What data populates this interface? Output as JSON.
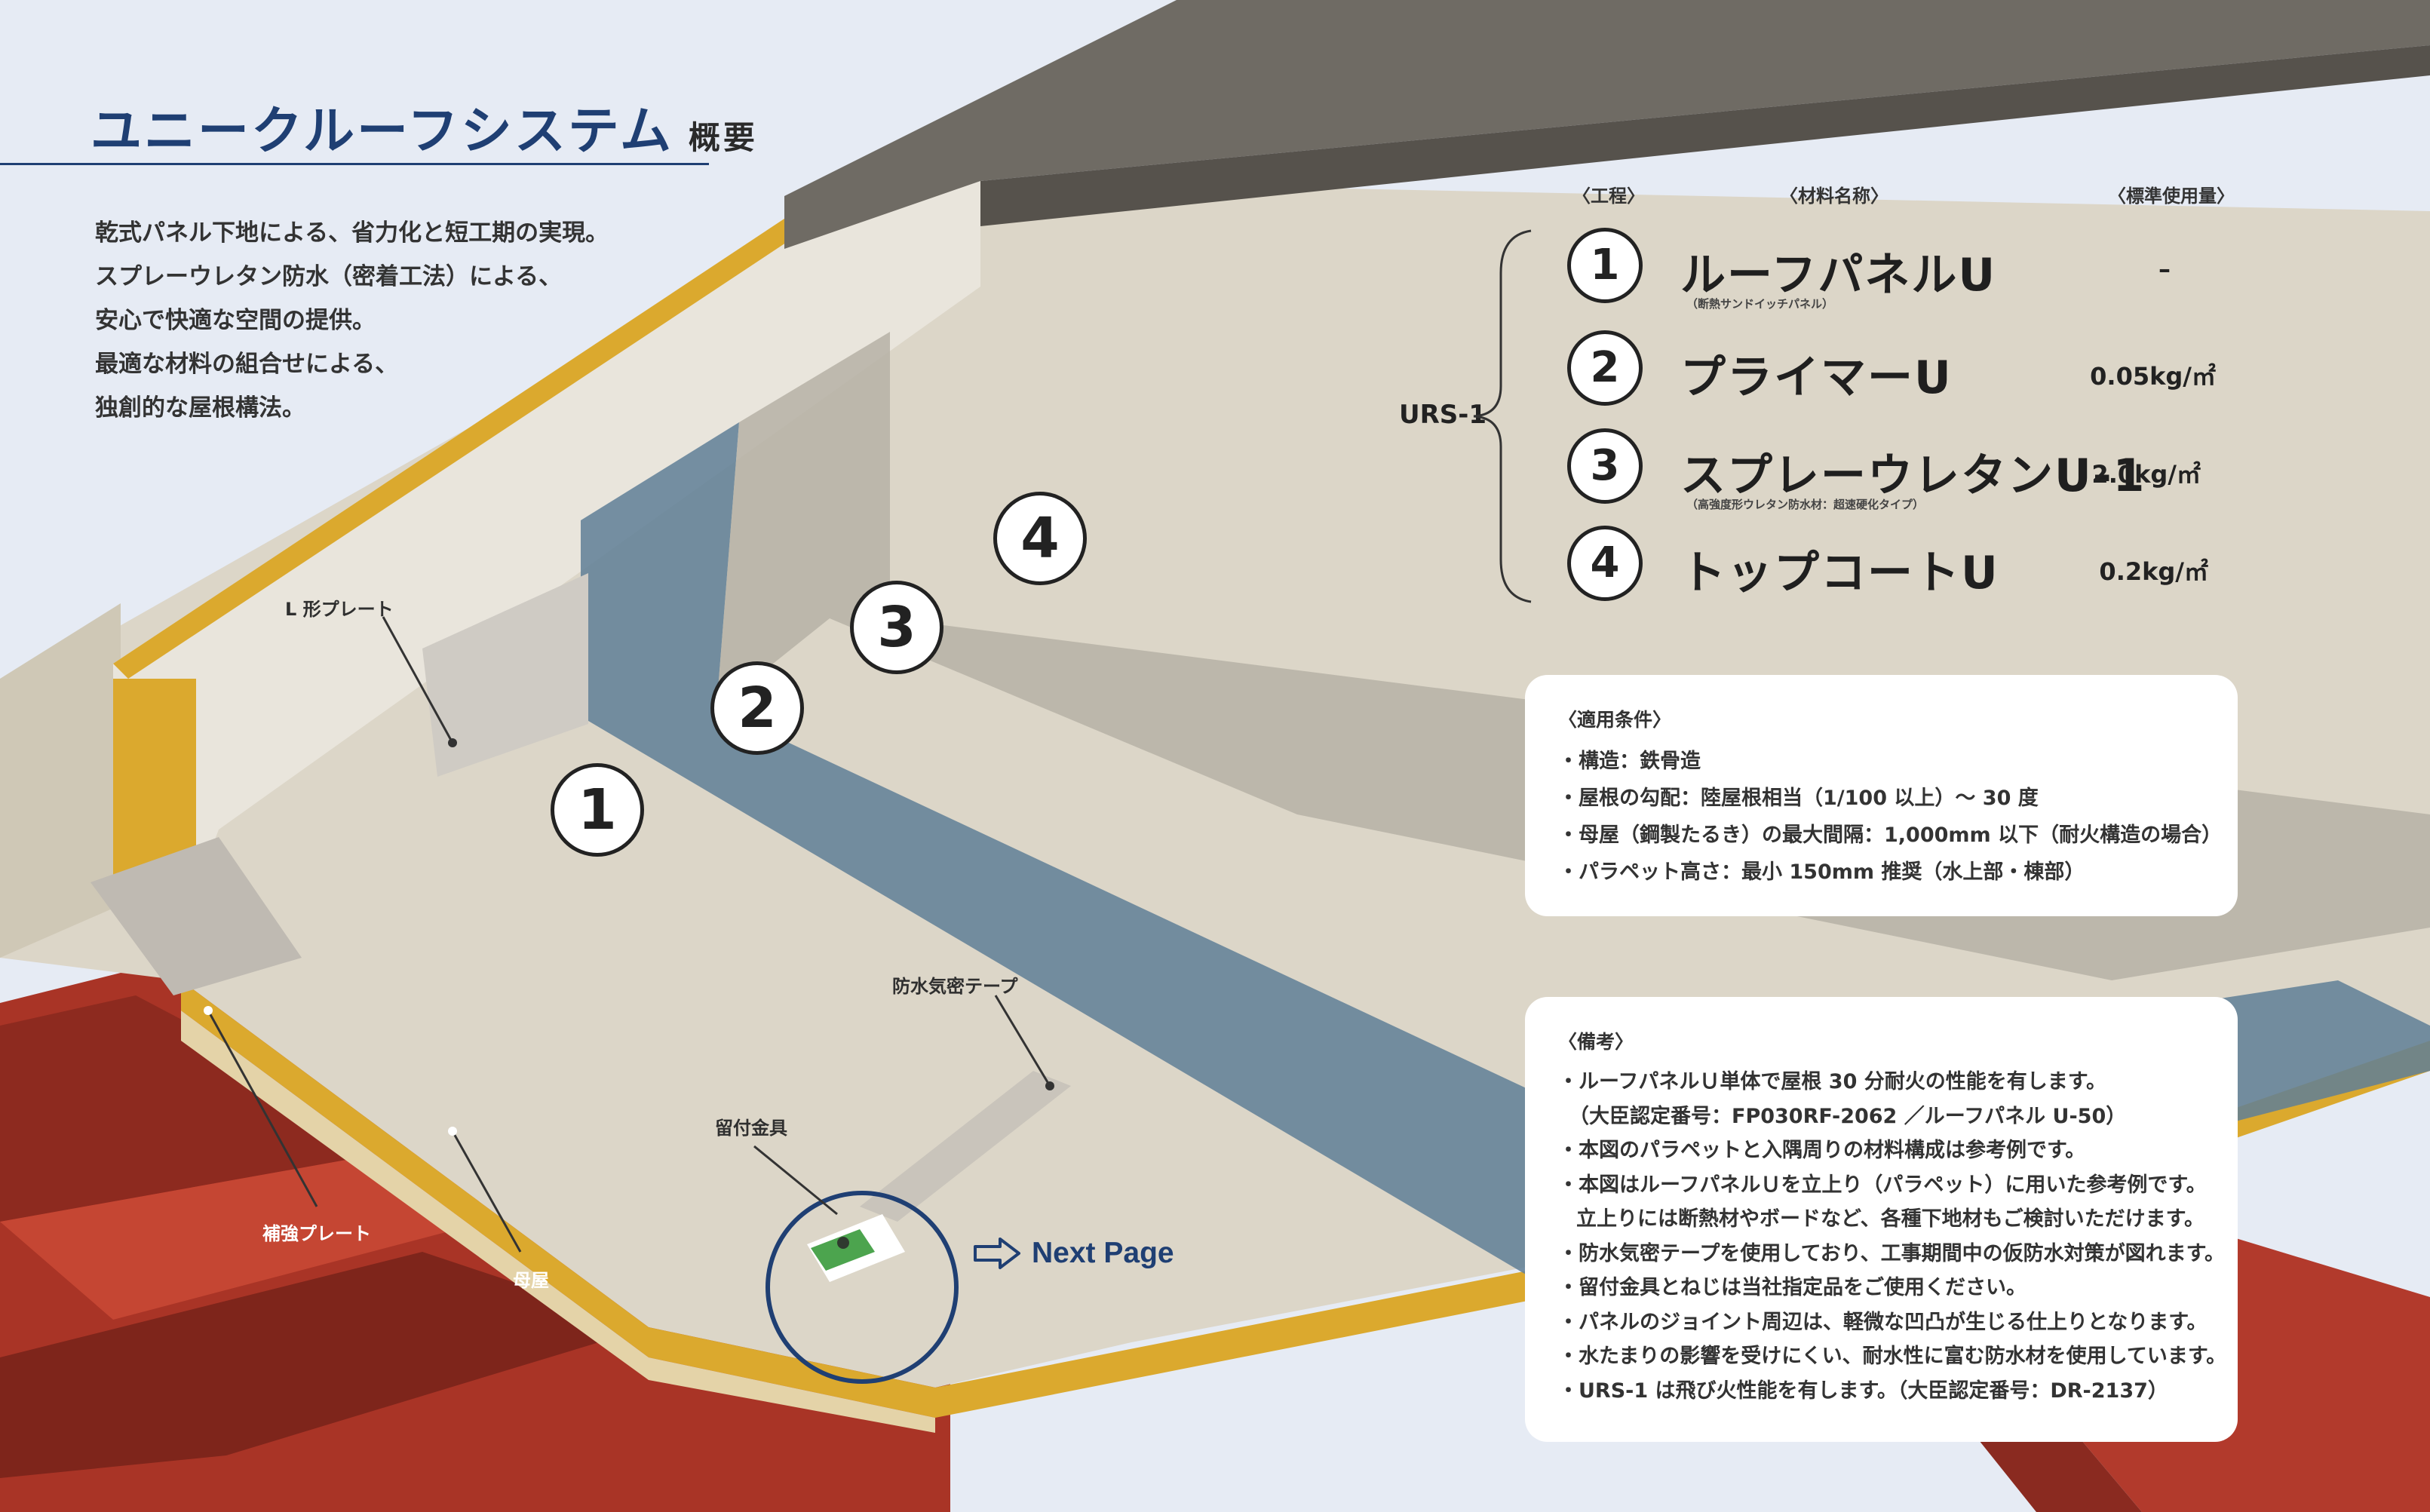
{
  "header": {
    "title": "ユニークルーフシステム",
    "title_suffix": "概要"
  },
  "intro": [
    "乾式パネル下地による、省力化と短工期の実現。",
    "スプレーウレタン防水（密着工法）による、",
    "安心で快適な空間の提供。",
    "最適な材料の組合せによる、",
    "独創的な屋根構法。"
  ],
  "materials": {
    "headers": {
      "process": "〈工程〉",
      "name": "〈材料名称〉",
      "amount": "〈標準使用量〉"
    },
    "system_label": "URS-1",
    "items": [
      {
        "num": "1",
        "name": "ルーフパネルU",
        "note": "（断熱サンドイッチパネル）",
        "amount": "–"
      },
      {
        "num": "2",
        "name": "プライマーU",
        "note": "",
        "amount": "0.05kg/㎡"
      },
      {
        "num": "3",
        "name": "スプレーウレタンU-1",
        "note": "（高強度形ウレタン防水材：超速硬化タイプ）",
        "amount": "2.0kg/㎡"
      },
      {
        "num": "4",
        "name": "トップコートU",
        "note": "",
        "amount": "0.2kg/㎡"
      }
    ]
  },
  "conditions": {
    "heading": "〈適用条件〉",
    "lines": [
      "・構造：鉄骨造",
      "・屋根の勾配：陸屋根相当（1/100 以上）～ 30 度",
      "・母屋（鋼製たるき）の最大間隔：1,000mm 以下（耐火構造の場合）",
      "・パラペット高さ：最小 150mm 推奨（水上部・棟部）"
    ]
  },
  "remarks": {
    "heading": "〈備考〉",
    "lines": [
      "・ルーフパネルＵ単体で屋根 30 分耐火の性能を有します。",
      "（大臣認定番号：FP030RF-2062 ／ルーフパネル U-50）",
      "・本図のパラペットと入隅周りの材料構成は参考例です。",
      "・本図はルーフパネルＵを立上り（パラペット）に用いた参考例です。",
      "立上りには断熱材やボードなど、各種下地材もご検討いただけます。",
      "・防水気密テープを使用しており、工事期間中の仮防水対策が図れます。",
      "・留付金具とねじは当社指定品をご使用ください。",
      "・パネルのジョイント周辺は、軽微な凹凸が生じる仕上りとなります。",
      "・水たまりの影響を受けにくい、耐水性に富む防水材を使用しています。",
      "・URS-1 は飛び火性能を有します。（大臣認定番号：DR-2137）"
    ]
  },
  "diagram": {
    "labels": {
      "l_plate": "L 形プレート",
      "tape": "防水気密テープ",
      "fastener": "留付金具",
      "reinforce": "補強プレート",
      "purlin": "母屋"
    },
    "callouts": [
      "1",
      "2",
      "3",
      "4"
    ]
  },
  "nav": {
    "next_label": "Next Page"
  },
  "colors": {
    "navy": "#1f3f73",
    "panel": "#dcd6c8",
    "steel_red": "#b23a2c",
    "insulation_yellow": "#dba92e",
    "primer_band": "#5f7f96",
    "topcoat_band": "#b6b1a6",
    "coping": "#6f6b64"
  }
}
